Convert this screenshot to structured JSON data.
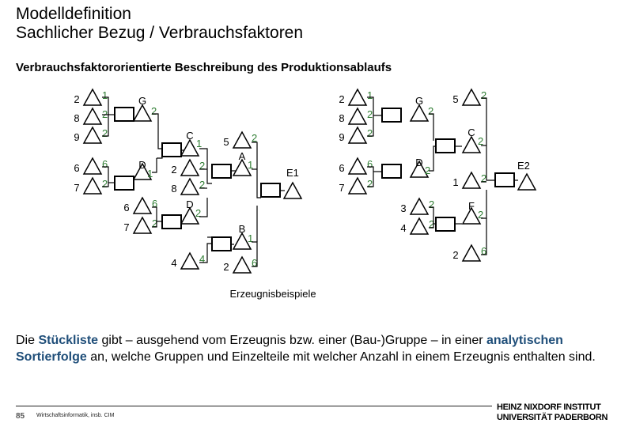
{
  "header": {
    "title": "Modelldefinition",
    "subtitle": "Sachlicher Bezug / Verbrauchsfaktoren",
    "heading": "Verbrauchsfaktororientierte Beschreibung des Produktionsablaufs"
  },
  "diagram": {
    "caption": "Erzeugnisbeispiele",
    "colors": {
      "line": "#000000",
      "quantity": "#2e7d32"
    },
    "left": {
      "end_product": "E1",
      "assemblies": [
        "G",
        "C",
        "D",
        "D",
        "A",
        "B"
      ],
      "parts": [
        {
          "part": "2",
          "qty": "1"
        },
        {
          "part": "8",
          "qty": "2"
        },
        {
          "part": "9",
          "qty": "2"
        },
        {
          "part": "6",
          "qty": "6"
        },
        {
          "part": "7",
          "qty": "2"
        },
        {
          "part": "5",
          "qty": "2"
        },
        {
          "part": "2",
          "qty": "2"
        },
        {
          "part": "8",
          "qty": "2"
        },
        {
          "part": "6",
          "qty": "6"
        },
        {
          "part": "7",
          "qty": "2"
        },
        {
          "part": "4",
          "qty": "4"
        },
        {
          "part": "2",
          "qty": "6"
        }
      ]
    },
    "right": {
      "end_product": "E2",
      "assemblies": [
        "G",
        "C",
        "D",
        "F"
      ],
      "parts": [
        {
          "part": "2",
          "qty": "1"
        },
        {
          "part": "8",
          "qty": "2"
        },
        {
          "part": "9",
          "qty": "2"
        },
        {
          "part": "5",
          "qty": "2"
        },
        {
          "part": "6",
          "qty": "6"
        },
        {
          "part": "7",
          "qty": "2"
        },
        {
          "part": "1",
          "qty": "2"
        },
        {
          "part": "3",
          "qty": "2"
        },
        {
          "part": "4",
          "qty": "2"
        },
        {
          "part": "2",
          "qty": "6"
        }
      ]
    }
  },
  "body": {
    "p1": "Die ",
    "term1": "Stückliste",
    "p2": " gibt – ausgehend vom Erzeugnis bzw. einer (Bau-)Gruppe – in einer ",
    "term2": "analytischen Sortierfolge",
    "p3": " an, welche Gruppen und Einzelteile mit welcher Anzahl in einem Erzeugnis enthalten sind."
  },
  "footer": {
    "page_number": "85",
    "course": "Wirtschaftsinformatik, insb. CIM",
    "institute_line1": "HEINZ NIXDORF INSTITUT",
    "institute_line2": "UNIVERSITÄT PADERBORN"
  }
}
